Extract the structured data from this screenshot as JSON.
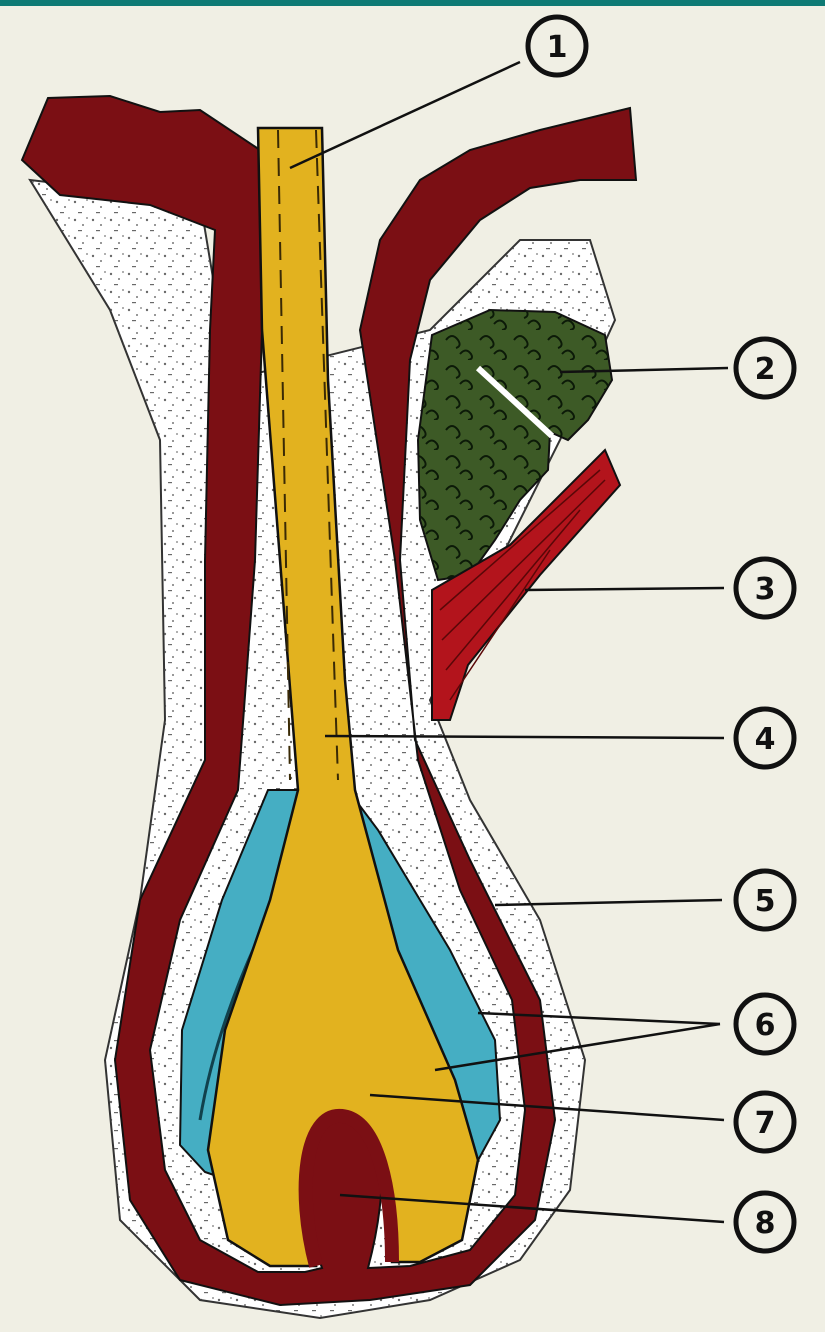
{
  "colors": {
    "background": "#f0efe4",
    "top_bar": "#0e7a74",
    "epidermis": "#7b0f14",
    "hair_shaft": "#e2b21f",
    "sebaceous_gland": "#3d5a26",
    "arrector_muscle": "#b3141c",
    "root_sheath": "#45aec3",
    "dermis": "#ffffff",
    "ink": "#111111"
  },
  "labels": [
    {
      "id": "1",
      "text": "1"
    },
    {
      "id": "2",
      "text": "2"
    },
    {
      "id": "3",
      "text": "3"
    },
    {
      "id": "4",
      "text": "4"
    },
    {
      "id": "5",
      "text": "5"
    },
    {
      "id": "6",
      "text": "6"
    },
    {
      "id": "7",
      "text": "7"
    },
    {
      "id": "8",
      "text": "8"
    }
  ]
}
